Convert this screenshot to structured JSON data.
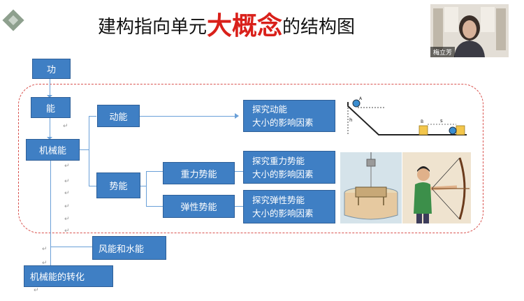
{
  "slide": {
    "title_part1": "建构指向单元",
    "title_highlight": "大概念",
    "title_part2": "的结构图"
  },
  "video": {
    "participant_name": "梅立芳"
  },
  "boxes": {
    "gong": "功",
    "neng": "能",
    "jixieneng": "机械能",
    "dongneng": "动能",
    "shineng": "势能",
    "zhonglishineng": "重力势能",
    "tanxingshineng": "弹性势能",
    "fengneng": "风能和水能",
    "zhuanhua": "机械能的转化"
  },
  "explore": [
    {
      "line1": "探究动能",
      "line2": "大小的影响因素"
    },
    {
      "line1": "探究重力势能",
      "line2": "大小的影响因素"
    },
    {
      "line1": "探究弹性势能",
      "line2": "大小的影响因素"
    }
  ],
  "ramp_labels": {
    "a": "A",
    "h": "h",
    "b": "B",
    "s": "s"
  },
  "colors": {
    "box": "#3f7fc4",
    "highlight": "#d9201a",
    "dashed": "#d9534f"
  }
}
